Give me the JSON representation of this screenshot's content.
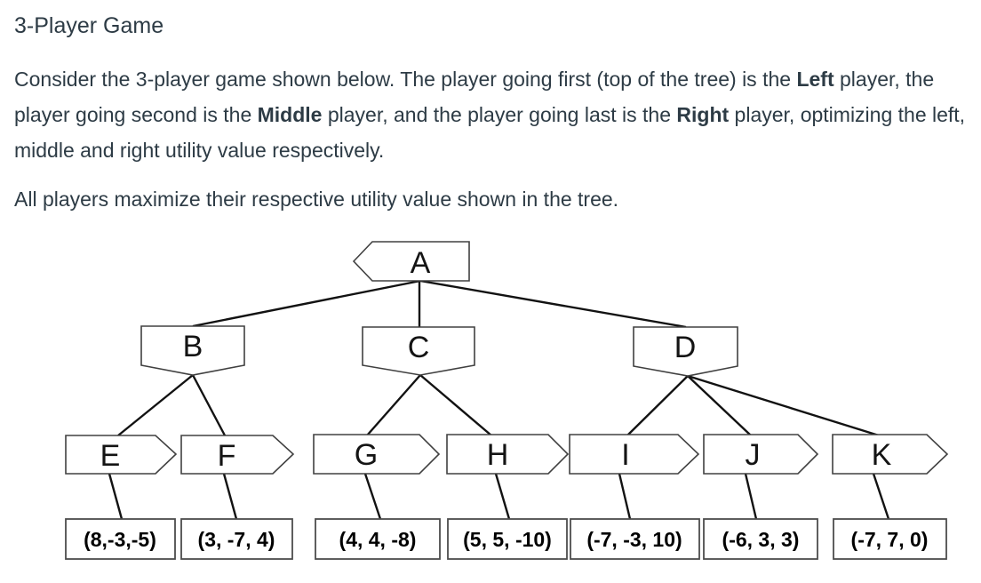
{
  "page": {
    "title": "3-Player Game",
    "intro": {
      "segments": [
        {
          "text": "Consider the 3-player game shown below. The player going first (top of the tree) is the ",
          "bold": false
        },
        {
          "text": "Left",
          "bold": true
        },
        {
          "text": " player, the player going second is the ",
          "bold": false
        },
        {
          "text": "Middle",
          "bold": true
        },
        {
          "text": " player, and the player going last is the ",
          "bold": false
        },
        {
          "text": "Right",
          "bold": true
        },
        {
          "text": " player, optimizing the left, middle and right utility value respectively.",
          "bold": false
        }
      ]
    },
    "note": "All players maximize their respective utility value shown in the tree."
  },
  "tree": {
    "type": "game_tree",
    "players": [
      "Left",
      "Middle",
      "Right"
    ],
    "internal_nodes": [
      {
        "label": "A",
        "children": [
          "B",
          "C",
          "D"
        ]
      },
      {
        "label": "B",
        "children": [
          "E",
          "F"
        ]
      },
      {
        "label": "C",
        "children": [
          "G",
          "H"
        ]
      },
      {
        "label": "D",
        "children": [
          "I",
          "J",
          "K"
        ]
      }
    ],
    "leaves": [
      {
        "label": "E",
        "payoff": "(8,-3,-5)"
      },
      {
        "label": "F",
        "payoff": "(3, -7, 4)"
      },
      {
        "label": "G",
        "payoff": "(4, 4, -8)"
      },
      {
        "label": "H",
        "payoff": "(5, 5, -10)"
      },
      {
        "label": "I",
        "payoff": "(-7, -3, 10)"
      },
      {
        "label": "J",
        "payoff": "(-6, 3, 3)"
      },
      {
        "label": "K",
        "payoff": "(-7, 7, 0)"
      }
    ]
  },
  "colors": {
    "text": "#2d3b45",
    "shape_border": "#404040",
    "edge": "#121212",
    "background": "#ffffff"
  }
}
